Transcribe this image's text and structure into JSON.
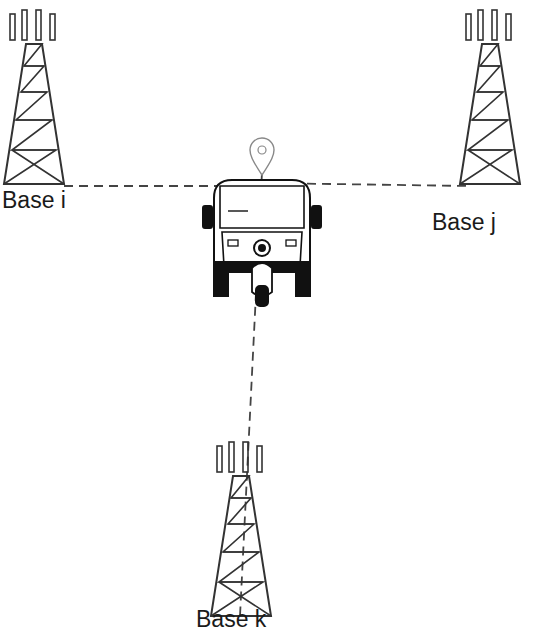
{
  "diagram": {
    "labels": [
      "Base i",
      "Base j",
      "Base k"
    ]
  }
}
